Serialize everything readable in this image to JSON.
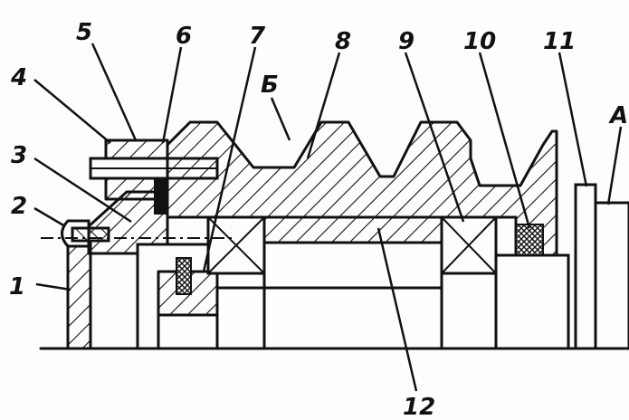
{
  "labels": {
    "l1": "1",
    "l2": "2",
    "l3": "3",
    "l4": "4",
    "l5": "5",
    "l6": "6",
    "l7": "7",
    "l8": "8",
    "l9": "9",
    "l10": "10",
    "l11": "11",
    "l12": "12",
    "lB": "Б",
    "lA": "А"
  }
}
